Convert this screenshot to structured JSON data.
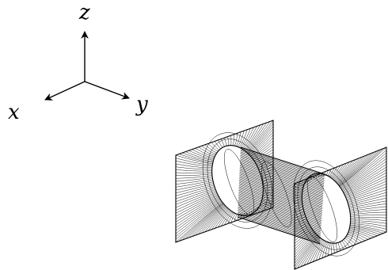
{
  "axes": {
    "x_label": "x",
    "y_label": "y",
    "z_label": "z"
  },
  "colors": {
    "line": "#000000",
    "background": "#ffffff"
  }
}
